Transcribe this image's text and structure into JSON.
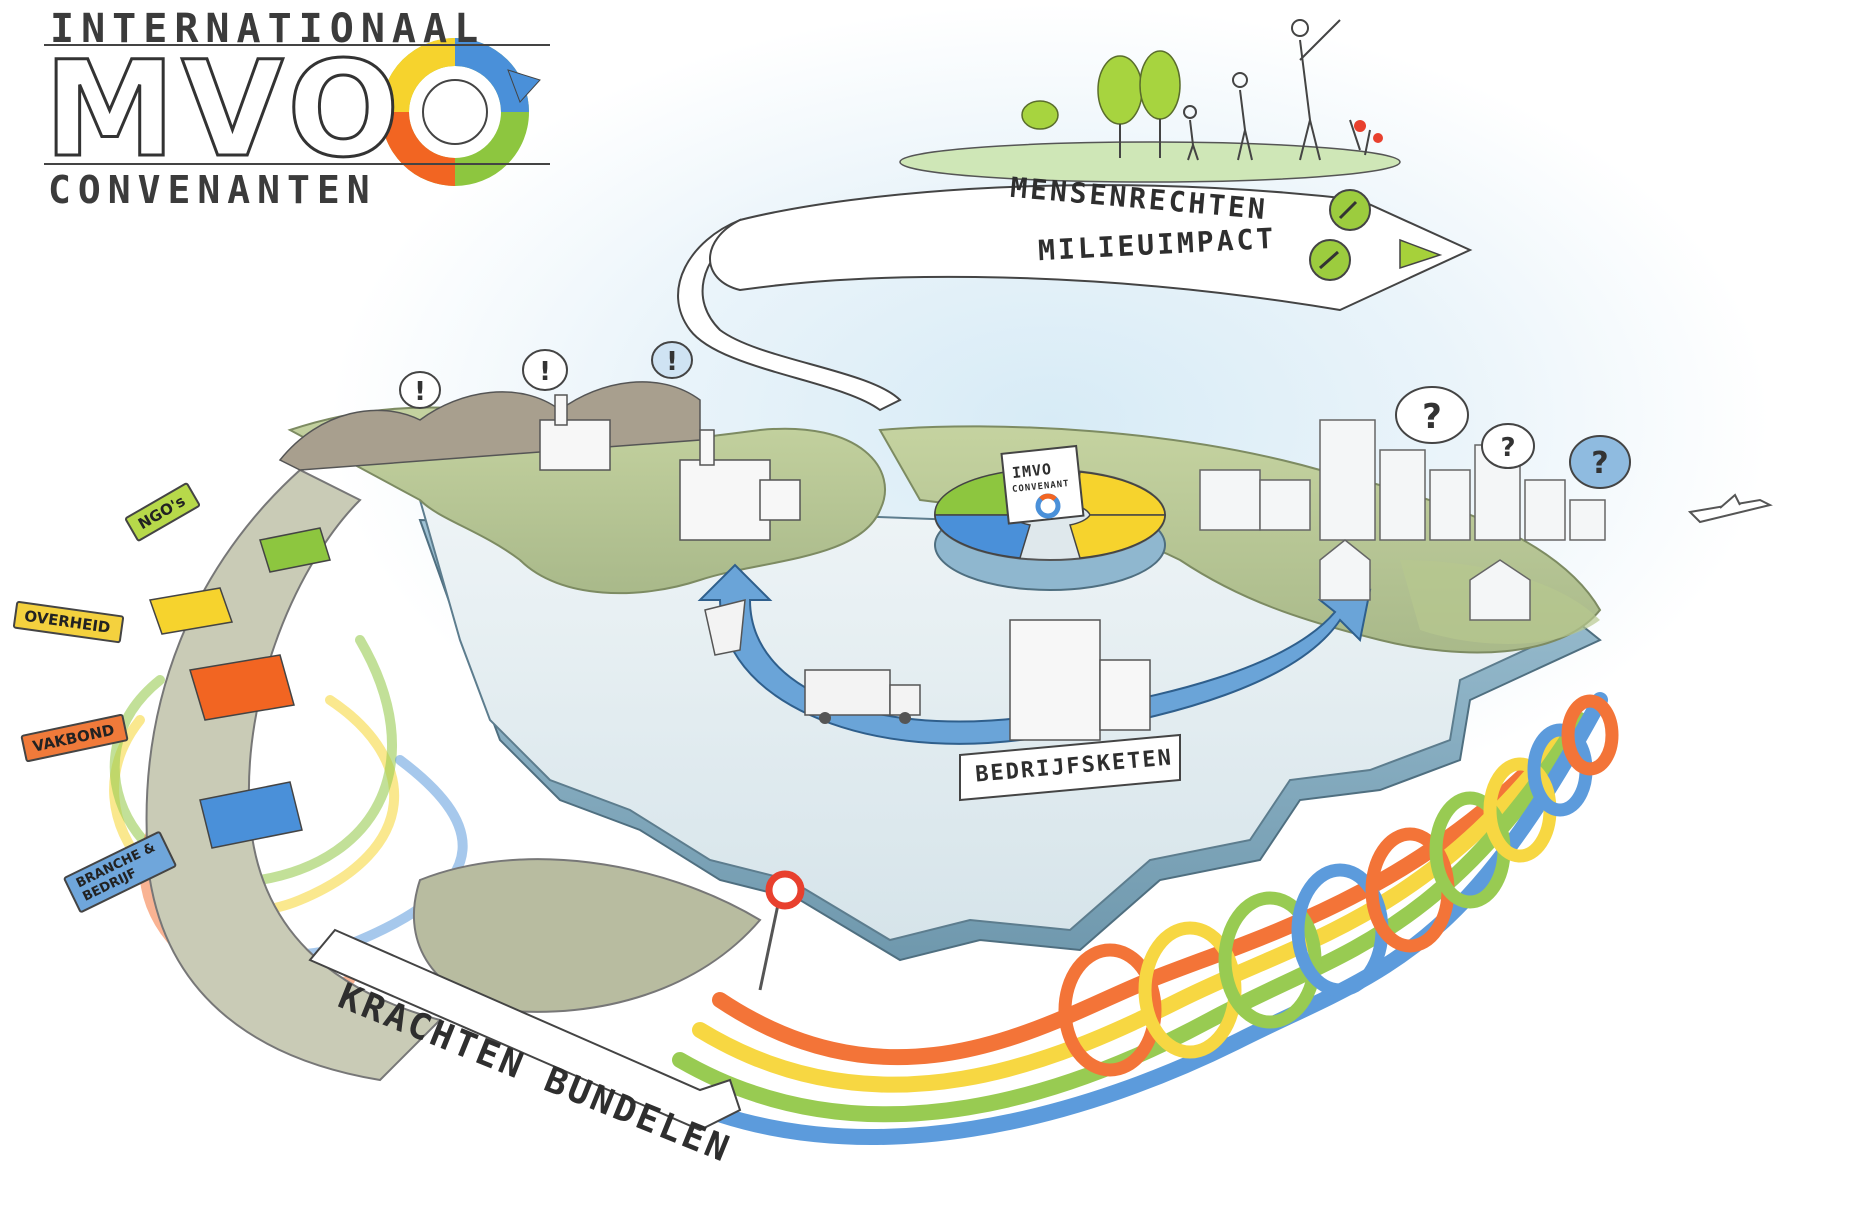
{
  "title": {
    "top": "INTERNATIONAAL",
    "main": "MVO",
    "bottom": "CONVENANTEN"
  },
  "parties": {
    "ngo": "NGO's",
    "overheid": "OVERHEID",
    "vakbond": "VAKBOND",
    "branche_line1": "BRANCHE &",
    "branche_line2": "BEDRIJF"
  },
  "goals": {
    "mensenrechten": "MENSENRECHTEN",
    "milieuimpact": "MILIEUIMPACT"
  },
  "process": {
    "krachten_bundelen": "KRACHTEN BUNDELEN",
    "bedrijfsketen": "BEDRIJFSKETEN",
    "imvo": "IMVO",
    "convenant": "CONVENANT"
  },
  "colors": {
    "green": "#8dc63f",
    "yellow": "#f6d32d",
    "orange": "#f26522",
    "blue": "#4a90d9",
    "chain_blue": "#5b9bd5",
    "gear_top": "#e3ecef",
    "gear_edge": "#8fb4c9",
    "land": "#c9d8a4"
  },
  "icons": [
    "question-icon",
    "exclamation-icon",
    "recycle-arrow-icon",
    "stop-sign-icon",
    "plane-icon",
    "house-icon",
    "factory-icon",
    "truck-icon",
    "ship-icon",
    "tree-icon"
  ]
}
